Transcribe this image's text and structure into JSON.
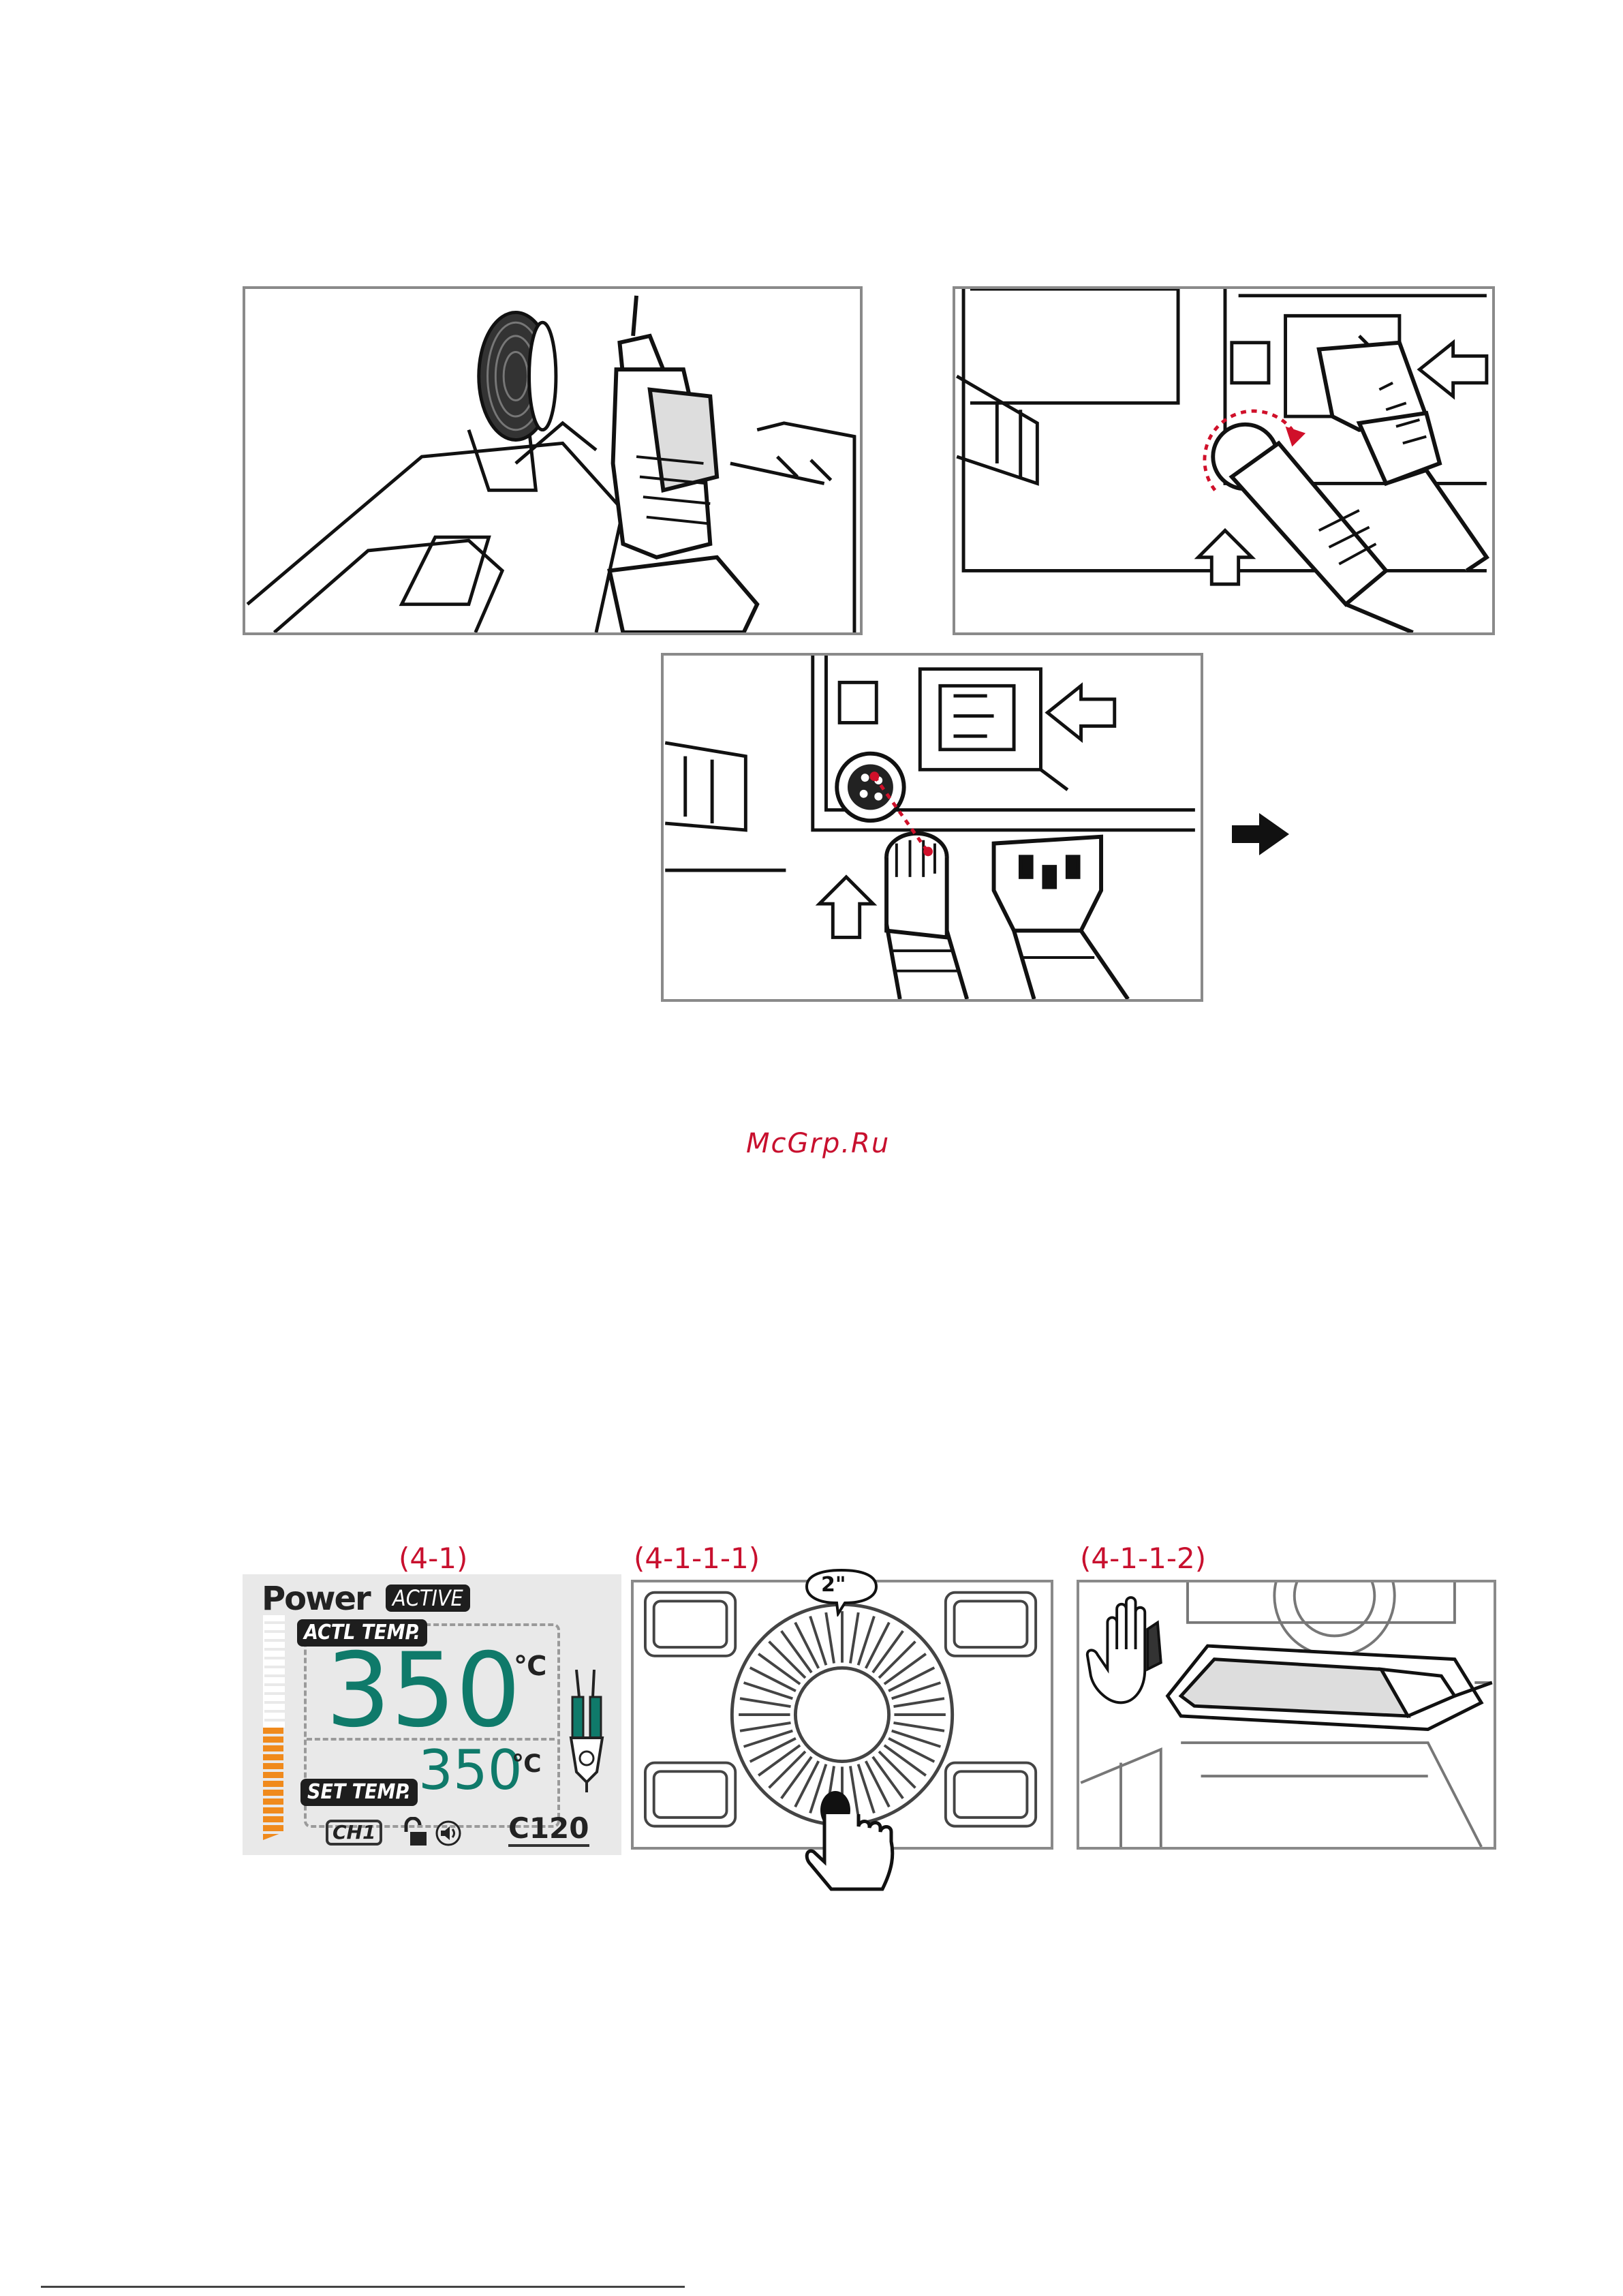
{
  "watermark": "McGrp.Ru",
  "figures": {
    "display_caption": "(4-1)",
    "knob_caption": "(4-1-1-1)",
    "stand_caption": "(4-1-1-2)"
  },
  "lcd": {
    "power_label": "Power",
    "status_badge": "ACTIVE",
    "actual_label": "ACTL TEMP.",
    "actual_value": "350",
    "actual_unit": "℃",
    "set_label": "SET TEMP.",
    "set_value": "350",
    "set_unit": "℃",
    "channel": "CH1",
    "tip_code": "C120",
    "power_level_fraction": 0.5,
    "accent_color": "#0f7a6a",
    "bar_color": "#f08a1c"
  },
  "knob": {
    "hold_time": "2\""
  },
  "icons": [
    "lock-icon",
    "speaker-icon",
    "handpiece-icon",
    "finger-press-icon",
    "hand-icon",
    "arrow-icon"
  ]
}
